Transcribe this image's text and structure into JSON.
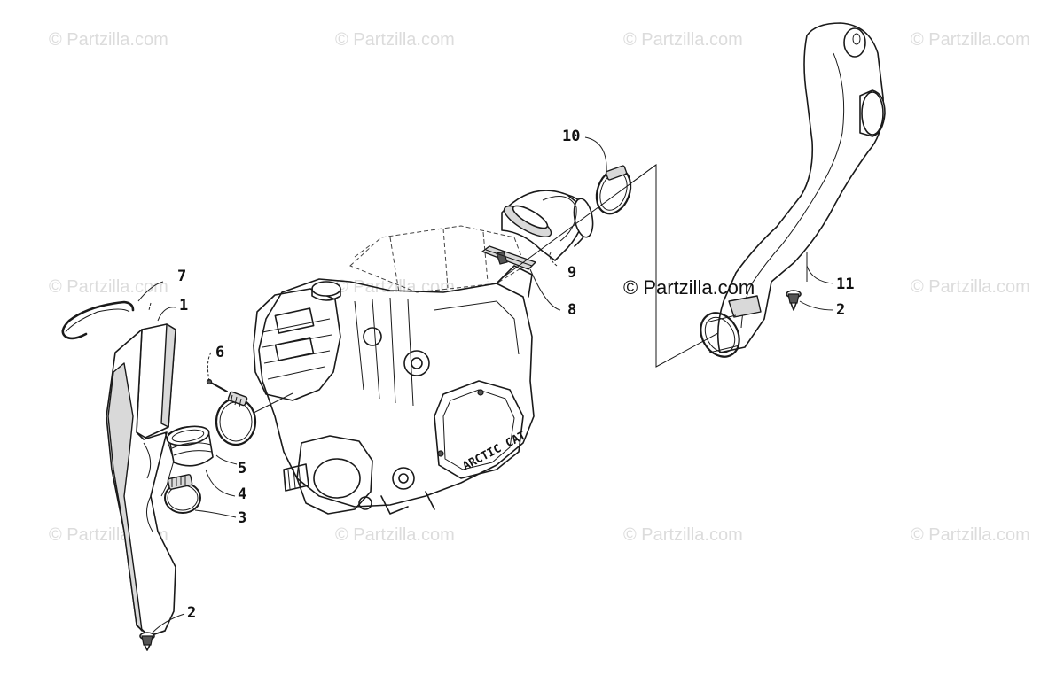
{
  "watermark": {
    "text": "© Partzilla.com",
    "main_text": "© Partzilla.com"
  },
  "callouts": {
    "c1": "1",
    "c2a": "2",
    "c2b": "2",
    "c3": "3",
    "c4": "4",
    "c5": "5",
    "c6": "6",
    "c7": "7",
    "c8": "8",
    "c9": "9",
    "c10": "10",
    "c11": "11"
  },
  "engine_label": "ARCTIC CAT"
}
